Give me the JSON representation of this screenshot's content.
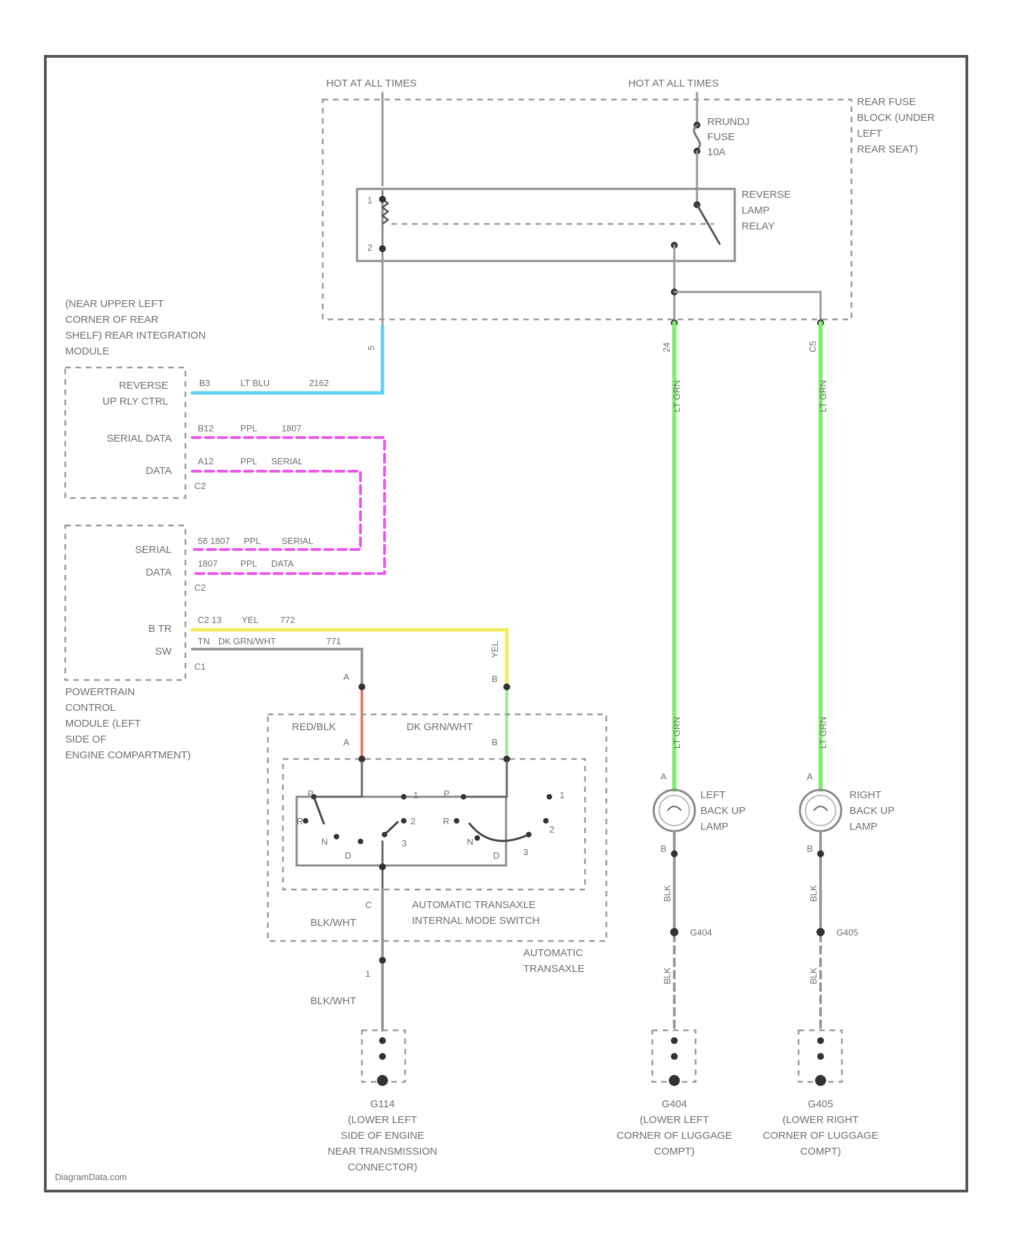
{
  "power": {
    "hot_left": "HOT AT ALL TIMES",
    "hot_right": "HOT AT ALL TIMES",
    "fuse_lines": [
      "RRUNDJ",
      "FUSE",
      "10A"
    ],
    "fuse_block_lines": [
      "REAR FUSE",
      "BLOCK (UNDER",
      "LEFT",
      "REAR SEAT)"
    ],
    "relay_lines": [
      "REVERSE",
      "LAMP",
      "RELAY"
    ],
    "relay_pin_top": "1",
    "relay_pin_bottom": "2"
  },
  "rim": {
    "location_lines": [
      "(NEAR UPPER LEFT",
      "CORNER OF REAR",
      "SHELF) REAR INTEGRATION",
      "MODULE"
    ],
    "reverse_label_lines": [
      "REVERSE",
      "UP RLY CTRL"
    ],
    "serial_data": "SERIAL DATA",
    "data": "DATA",
    "connector": "C2",
    "wire_reverse": [
      "B3",
      "LT BLU",
      "2162"
    ],
    "wire_serial_1": [
      "B12",
      "PPL",
      "1807"
    ],
    "wire_serial_2": [
      "A12",
      "PPL",
      "SERIAL"
    ],
    "relay_wire_tag": "5"
  },
  "pcm": {
    "serial": "SERIAL",
    "data": "DATA",
    "connector_c2": "C2",
    "btr": "B TR",
    "sw": "SW",
    "connector_c1": "C1",
    "location_lines": [
      "POWERTRAIN",
      "CONTROL",
      "MODULE (LEFT",
      "SIDE OF",
      "ENGINE COMPARTMENT)"
    ],
    "wire_a": [
      "58 1807",
      "PPL",
      "SERIAL"
    ],
    "wire_b": [
      "1807",
      "PPL",
      "DATA"
    ],
    "wire_btr": [
      "C2 13",
      "YEL",
      "772"
    ],
    "wire_sw": [
      "TN",
      "DK GRN/WHT",
      "771"
    ]
  },
  "switch": {
    "wire_left": "RED/BLK",
    "wire_right": "DK GRN/WHT",
    "yel_tag": "YEL",
    "pin_a": "A",
    "pin_b": "B",
    "pin_c": "C",
    "pin_d": "D",
    "internal_lines": [
      "AUTOMATIC TRANSAXLE",
      "INTERNAL MODE SWITCH"
    ],
    "transaxle_lines": [
      "AUTOMATIC",
      "TRANSAXLE"
    ],
    "ground_wire": "BLK/WHT",
    "ground_wire_2": "BLK/WHT",
    "ground_pin": "1",
    "positions_left": [
      "R",
      "P",
      "N",
      "D",
      "1",
      "2",
      "3"
    ],
    "positions_right": [
      "P",
      "R",
      "N",
      "D",
      "1",
      "2",
      "3"
    ]
  },
  "lamps": {
    "left_lines": [
      "LEFT",
      "BACK UP",
      "LAMP"
    ],
    "right_lines": [
      "RIGHT",
      "BACK UP",
      "LAMP"
    ],
    "wire_color": "LT GRN",
    "left_circuit": "24",
    "right_circuit": "C5",
    "ground_wire": "BLK",
    "left_splice": "G404",
    "right_splice": "G405",
    "pin_a": "A",
    "pin_b": "B"
  },
  "grounds": {
    "g114_lines": [
      "G114",
      "(LOWER LEFT",
      "SIDE OF ENGINE",
      "NEAR TRANSMISSION",
      "CONNECTOR)"
    ],
    "g404_lines": [
      "G404",
      "(LOWER LEFT",
      "CORNER OF LUGGAGE",
      "COMPT)"
    ],
    "g405_lines": [
      "G405",
      "(LOWER RIGHT",
      "CORNER OF LUGGAGE",
      "COMPT)"
    ]
  },
  "footer": "DiagramData.com",
  "colors": {
    "reverse_wire": "#5fd0f0",
    "serial_wire": "#ee55ee",
    "btr_wire": "#f4ec5c",
    "lamp_wire": "#7cf06a",
    "red_wire": "#e87a6a",
    "green_wire": "#9ee89a"
  }
}
